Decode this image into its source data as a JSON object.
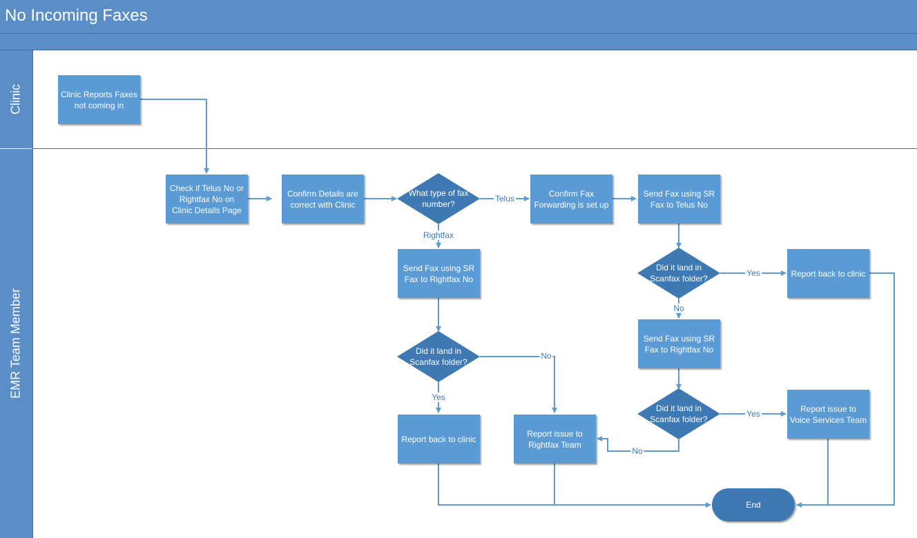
{
  "title": "No Incoming Faxes",
  "lanes": {
    "clinic": "Clinic",
    "emr": "EMR Team Member"
  },
  "nodes": {
    "clinic_reports": [
      "Clinic Reports Faxes",
      "not coming in"
    ],
    "check_number": [
      "Check if Telus No or",
      "Rightfax No on",
      "Clinic Details Page"
    ],
    "confirm_details": [
      "Confirm Details are",
      "correct with Clinic"
    ],
    "fax_type_decision": [
      "What type of fax",
      "number?"
    ],
    "confirm_forwarding": [
      "Confirm Fax",
      "Forwarding is set up"
    ],
    "send_telus": [
      "Send Fax using SR",
      "Fax to Telus No"
    ],
    "send_rightfax_left": [
      "Send Fax using SR",
      "Fax to Rightfax No"
    ],
    "landed_decision_right1": [
      "Did it land in",
      "Scanfax folder?"
    ],
    "report_back_right": [
      "Report back to clinic"
    ],
    "send_rightfax_right": [
      "Send Fax using SR",
      "Fax to Rightfax No"
    ],
    "landed_decision_left": [
      "Did it land in",
      "Scanfax folder?"
    ],
    "landed_decision_right2": [
      "Did it land in",
      "Scanfax folder?"
    ],
    "report_voice": [
      "Report issue to",
      "Voice Services Team"
    ],
    "report_back_left": [
      "Report back to clinic"
    ],
    "report_rightfax": [
      "Report issue to",
      "Rightfax Team"
    ],
    "end": "End"
  },
  "edge_labels": {
    "telus": "Telus",
    "rightfax": "Rightfax",
    "yes_right1": "Yes",
    "no_right1": "No",
    "no_left": "No",
    "yes_left": "Yes",
    "yes_right2": "Yes",
    "no_right2": "No"
  },
  "colors": {
    "header": "#5b8ec7",
    "process": "#5b9bd5",
    "decision": "#3f79b4",
    "terminator": "#3f79b4",
    "connector": "#5b9bd5",
    "label": "#3f79b4"
  }
}
